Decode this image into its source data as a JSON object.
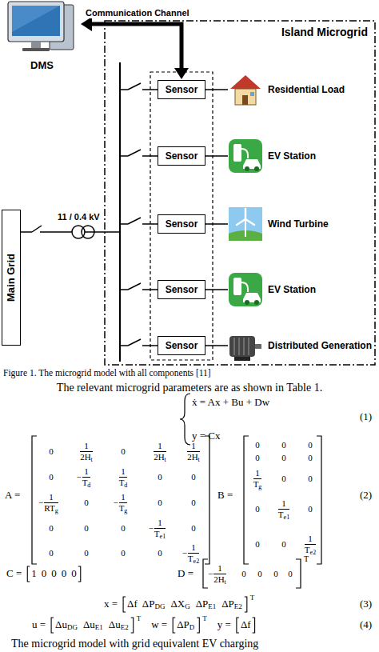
{
  "diagram": {
    "caption": "Figure 1. The microgrid model with all components [11]",
    "nodes": [
      {
        "text": [
          "DMS"
        ]
      },
      {
        "text": [
          "Main Grid"
        ]
      },
      {
        "text": [
          "Island Microgrid"
        ]
      },
      {
        "text": [
          "Sensor"
        ],
        "in": 2
      },
      {
        "text": [
          "Sensor"
        ],
        "in": 2
      },
      {
        "text": [
          "Sensor"
        ],
        "in": 2
      },
      {
        "text": [
          "Sensor"
        ],
        "in": 2
      },
      {
        "text": [
          "Sensor"
        ],
        "in": 2
      },
      {
        "text": [
          "Residential Load"
        ],
        "in": 2
      },
      {
        "text": [
          "EV Station"
        ],
        "in": 2
      },
      {
        "text": [
          "Wind Turbine"
        ],
        "in": 2
      },
      {
        "text": [
          "EV Station"
        ],
        "in": 2
      },
      {
        "text": [
          "Distributed Generation"
        ],
        "in": 2
      }
    ],
    "edges": [
      {
        "from": 0,
        "to": 3,
        "label": "Communication Channel",
        "arrow": "both"
      },
      {
        "from": 3,
        "to": 8,
        "arrow": "none"
      },
      {
        "from": 4,
        "to": 9,
        "arrow": "none"
      },
      {
        "from": 5,
        "to": 10,
        "arrow": "none"
      },
      {
        "from": 6,
        "to": 11,
        "arrow": "none"
      },
      {
        "from": 7,
        "to": 12,
        "arrow": "none"
      },
      {
        "from": 1,
        "to": 2,
        "arrow": "none"
      }
    ],
    "labels": [
      "11 / 0.4 kV",
      "The relevant microgrid parameters are as shown in Table 1.",
      "ẋ = Ax + Bu + Dw",
      "y = Cx",
      "(1)",
      "A =",
      "0",
      "1",
      "2H",
      "t",
      "0",
      "1",
      "2H",
      "t",
      "1",
      "2H",
      "t",
      "0",
      "−",
      "1",
      "T",
      "d",
      "1",
      "T",
      "d",
      "0",
      "0",
      "−",
      "1",
      "RT",
      "g",
      "0",
      "−",
      "1",
      "T",
      "g",
      "0",
      "0",
      "0",
      "0",
      "0",
      "−",
      "1",
      "T",
      "e1",
      "0",
      "0",
      "0",
      "0",
      "0",
      "−",
      "1",
      "T",
      "e2",
      "B =",
      "0",
      "0",
      "0",
      "0",
      "0",
      "0",
      "1",
      "T",
      "g",
      "0",
      "0",
      "0",
      "1",
      "T",
      "e1",
      "0",
      "0",
      "0",
      "1",
      "T",
      "e2",
      "(2)",
      "C =",
      "1",
      "0",
      "0",
      "0",
      "0",
      "D =",
      "−",
      "1",
      "2H",
      "t",
      "0",
      "0",
      "0",
      "0",
      "T",
      "x =",
      "Δf",
      "ΔP",
      "DG",
      "ΔX",
      "G",
      "ΔP",
      "E1",
      "ΔP",
      "E2",
      "T",
      "(3)",
      "u =",
      "Δu",
      "DG",
      "Δu",
      "E1",
      "Δu",
      "E2",
      "T",
      "w =",
      "ΔP",
      "D",
      "T",
      "y =",
      "Δf",
      "(4)",
      "The microgrid model with grid equivalent EV charging"
    ]
  }
}
